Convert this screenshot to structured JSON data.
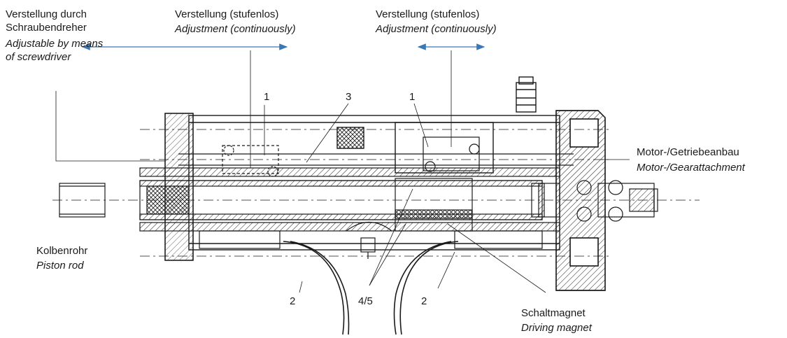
{
  "labels": {
    "screwdriver_de_1": "Verstellung durch",
    "screwdriver_de_2": "Schraubendreher",
    "screwdriver_en_1": "Adjustable by means",
    "screwdriver_en_2": "of screwdriver",
    "adjust1_de": "Verstellung (stufenlos)",
    "adjust1_en": "Adjustment (continuously)",
    "adjust2_de": "Verstellung (stufenlos)",
    "adjust2_en": "Adjustment (continuously)",
    "motor_de": "Motor-/Getriebeanbau",
    "motor_en": "Motor-/Gearattachment",
    "piston_de": "Kolbenrohr",
    "piston_en": "Piston rod",
    "magnet_de": "Schaltmagnet",
    "magnet_en": "Driving magnet"
  },
  "callouts": {
    "n1_left": "1",
    "n3": "3",
    "n1_right": "1",
    "n2_left": "2",
    "n45": "4/5",
    "n2_right": "2"
  },
  "colors": {
    "arrow": "#3a78b5",
    "line": "#1a1a1a"
  }
}
